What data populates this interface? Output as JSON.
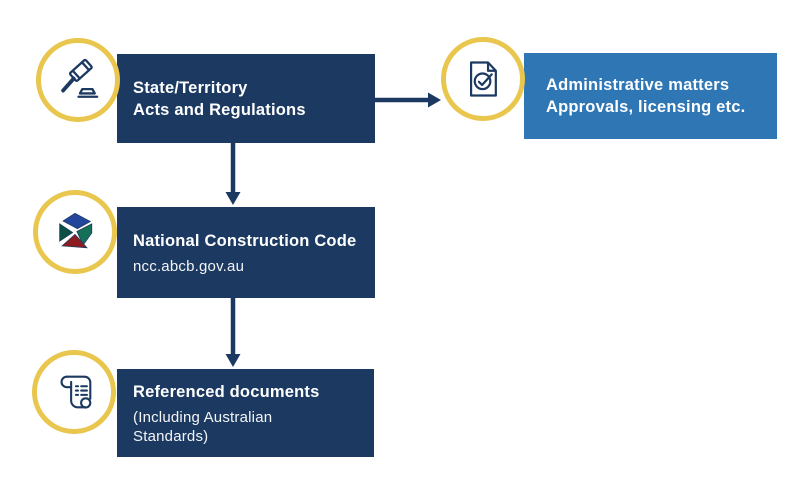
{
  "diagram": {
    "description": "Building regulation hierarchy flowchart",
    "nodes": [
      {
        "id": "state-territory",
        "style": "dark",
        "icon": "gavel-icon",
        "lines": [
          "State/Territory",
          "Acts and Regulations"
        ]
      },
      {
        "id": "administrative-matters",
        "style": "light",
        "icon": "document-check-icon",
        "lines": [
          "Administrative matters",
          "Approvals, licensing etc."
        ]
      },
      {
        "id": "national-construction-code",
        "style": "dark",
        "icon": "ncc-logo-icon",
        "title": "National Construction Code",
        "subtitle": "ncc.abcb.gov.au"
      },
      {
        "id": "referenced-documents",
        "style": "dark",
        "icon": "scroll-icon",
        "title": "Referenced documents",
        "subtitle": "(Including Australian Standards)"
      }
    ],
    "connectors": [
      {
        "from": "state-territory",
        "to": "administrative-matters",
        "direction": "right"
      },
      {
        "from": "state-territory",
        "to": "national-construction-code",
        "direction": "down"
      },
      {
        "from": "national-construction-code",
        "to": "referenced-documents",
        "direction": "down"
      }
    ],
    "colors": {
      "navy": "#1c3a61",
      "light_blue": "#2f76b5",
      "gold_ring": "#e9c64d",
      "text": "#ffffff",
      "ncc_logo_blue": "#24459c",
      "ncc_logo_teal": "#0c4f45",
      "ncc_logo_green": "#157058",
      "ncc_logo_red": "#8e1b20"
    }
  }
}
